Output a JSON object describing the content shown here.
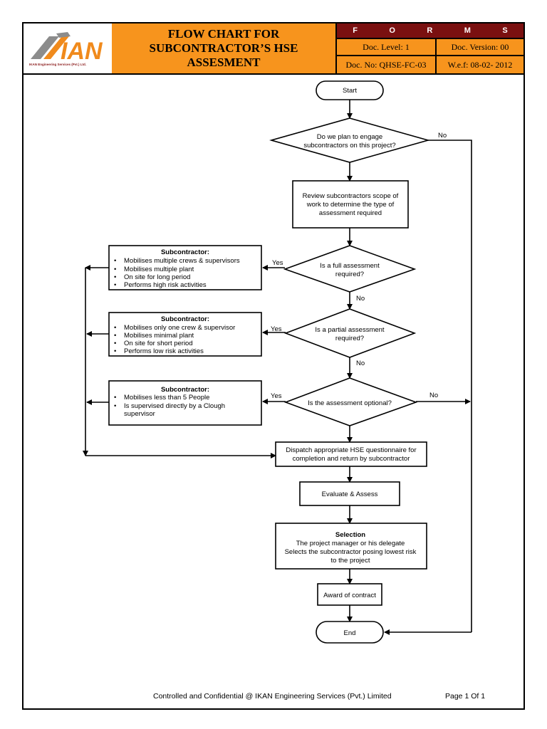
{
  "header": {
    "logo_text": "IAN",
    "logo_subtitle": "IKAN Engineering Services (Pvt.) Ltd.",
    "title_line1": "FLOW CHART FOR",
    "title_line2": "SUBCONTRACTOR’S HSE ASSESMENT",
    "forms_letters": [
      "F",
      "O",
      "R",
      "M",
      "S"
    ],
    "doc_level": "Doc. Level: 1",
    "doc_version": "Doc. Version: 00",
    "doc_no": "Doc. No: QHSE-FC-03",
    "wef": "W.e.f: 08-02- 2012"
  },
  "colors": {
    "header_orange": "#f7941d",
    "forms_bar": "#7a1010",
    "logo_orange": "#f08a1c",
    "logo_gray": "#8c8c8c"
  },
  "flow": {
    "start": "Start",
    "q_engage": [
      "Do we plan to engage",
      "subcontractors on this project?"
    ],
    "review": [
      "Review subcontractors scope of",
      "work to determine the type of",
      "assessment required"
    ],
    "q_full": [
      "Is a full assessment",
      "required?"
    ],
    "q_partial": [
      "Is a partial assessment",
      "required?"
    ],
    "q_optional": "Is the assessment optional?",
    "yes": "Yes",
    "no": "No",
    "box_full": {
      "heading": "Subcontractor:",
      "items": [
        "Mobilises multiple crews & supervisors",
        "Mobilises multiple plant",
        "On site for long period",
        "Performs high risk activities"
      ]
    },
    "box_partial": {
      "heading": "Subcontractor:",
      "items": [
        "Mobilises only one crew & supervisor",
        "Mobilises minimal plant",
        "On site for short period",
        "Performs low risk activities"
      ]
    },
    "box_optional": {
      "heading": "Subcontractor:",
      "items": [
        "Mobilises less than 5 People",
        "Is supervised directly by a Clough"
      ],
      "continuation": "supervisor"
    },
    "dispatch": [
      "Dispatch appropriate HSE questionnaire for",
      "completion and return by subcontractor"
    ],
    "evaluate": "Evaluate & Assess",
    "selection_heading": "Selection",
    "selection": [
      "The project manager or his delegate",
      "Selects the subcontractor posing lowest risk",
      "to the project"
    ],
    "award": "Award of contract",
    "end": "End"
  },
  "footer": {
    "confidential": "Controlled and Confidential @ IKAN Engineering Services (Pvt.) Limited",
    "page": "Page 1 Of 1"
  }
}
